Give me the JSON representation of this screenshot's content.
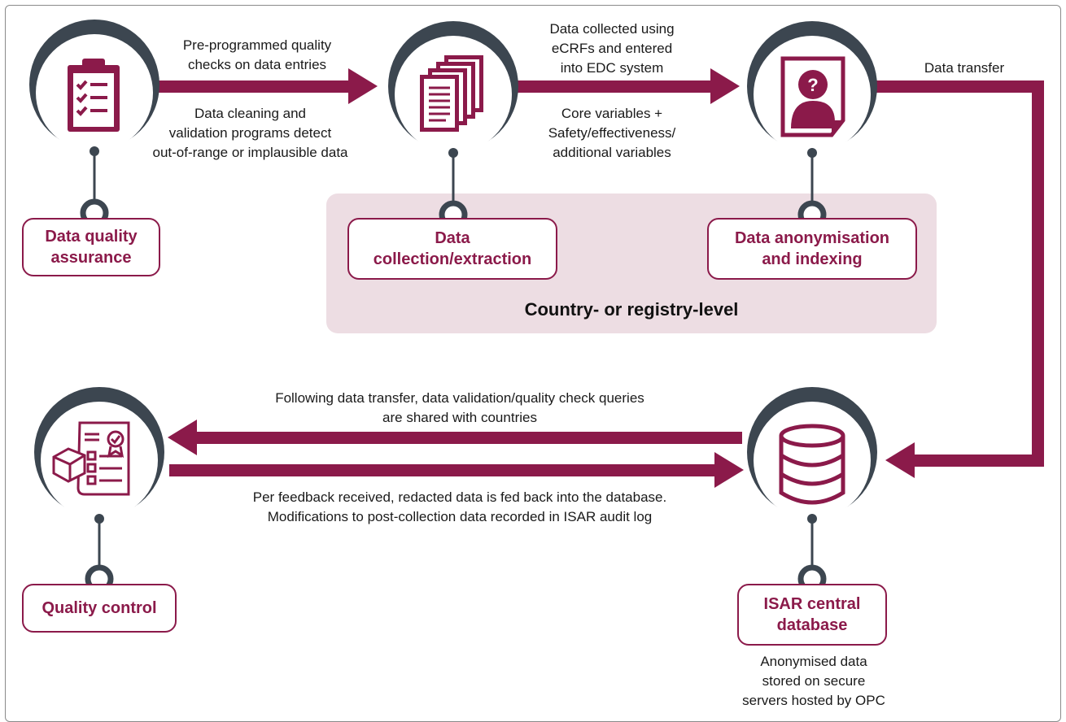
{
  "colors": {
    "accent": "#8b1a4a",
    "dark": "#3c4650",
    "region": "#eddde3"
  },
  "region": {
    "label": "Country- or registry-level"
  },
  "nodes": {
    "dqa": {
      "label_line1": "Data quality",
      "label_line2": "assurance",
      "icon": "clipboard-checklist-icon"
    },
    "dce": {
      "label_line1": "Data",
      "label_line2": "collection/extraction",
      "icon": "documents-stack-icon"
    },
    "dai": {
      "label_line1": "Data anonymisation",
      "label_line2": "and indexing",
      "icon": "anonymous-profile-icon"
    },
    "qc": {
      "label_line1": "Quality control",
      "icon": "certificate-checklist-icon"
    },
    "isar": {
      "label_line1": "ISAR central",
      "label_line2": "database",
      "icon": "database-icon"
    }
  },
  "notes": {
    "pre_programmed": [
      "Pre-programmed quality",
      "checks on data entries"
    ],
    "data_cleaning": [
      "Data cleaning and",
      "validation programs detect",
      "out-of-range or implausible data"
    ],
    "ecrf": [
      "Data collected using",
      "eCRFs and entered",
      "into EDC system"
    ],
    "core_vars": [
      "Core variables +",
      "Safety/effectiveness/",
      "additional variables"
    ],
    "transfer": [
      "Data transfer"
    ],
    "following": [
      "Following data transfer, data validation/quality check queries",
      "are shared with countries"
    ],
    "feedback": [
      "Per feedback received, redacted data is fed back into the database.",
      "Modifications to post-collection data recorded in ISAR audit log"
    ],
    "anonymised": [
      "Anonymised data",
      "stored on secure",
      "servers hosted by OPC"
    ]
  }
}
